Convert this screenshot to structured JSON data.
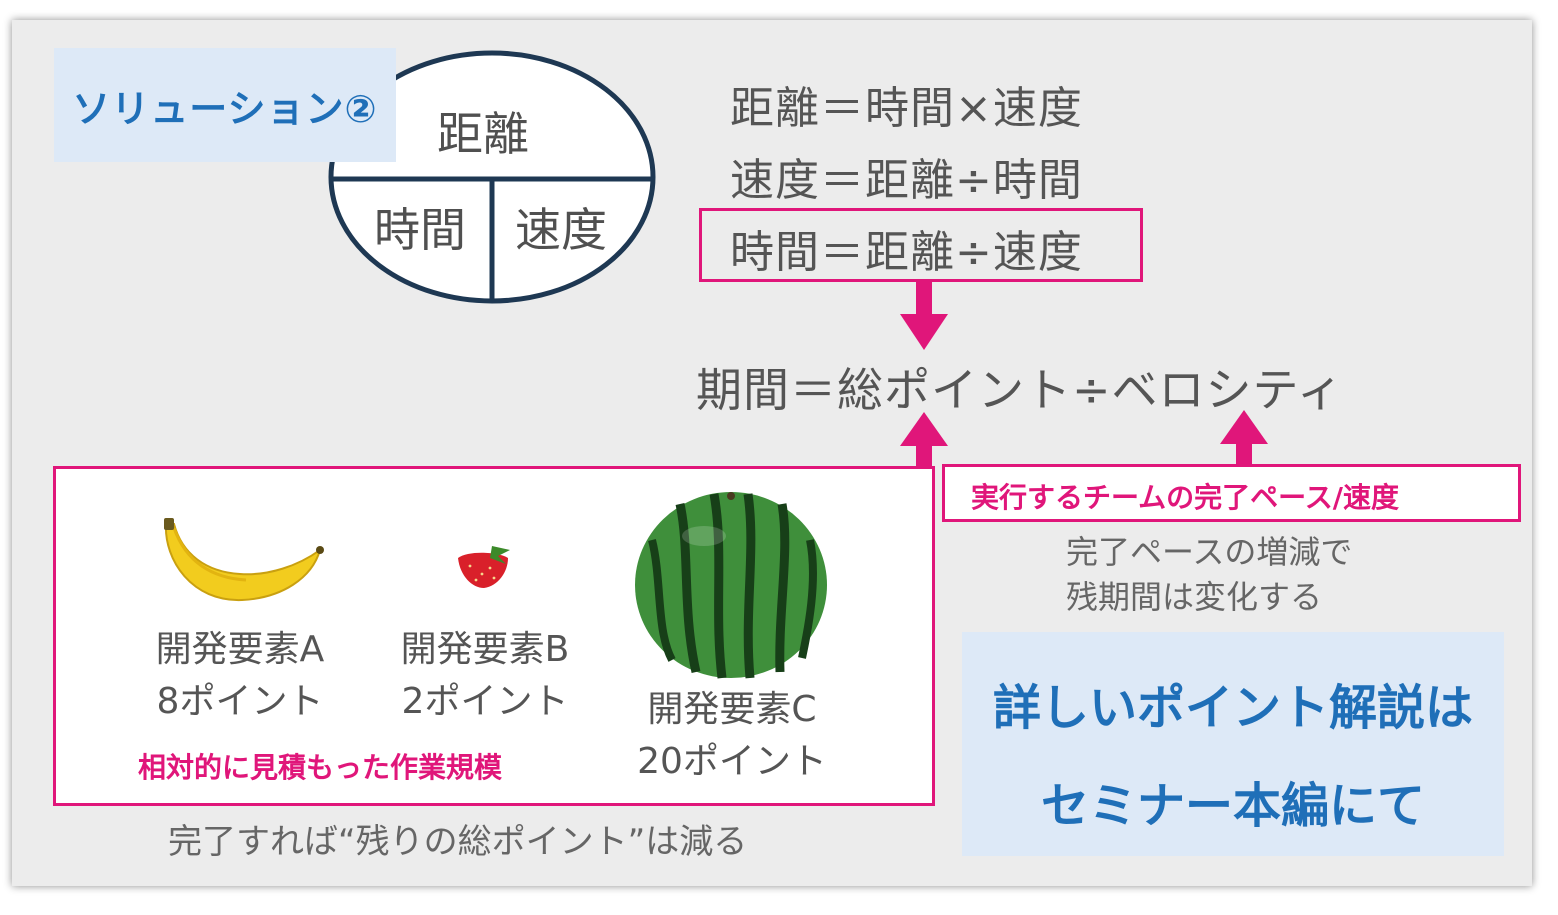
{
  "title": "ソリューション②",
  "oval": {
    "top": "距離",
    "bottom_left": "時間",
    "bottom_right": "速度"
  },
  "formulas": [
    "距離＝時間×速度",
    "速度＝距離÷時間",
    "時間＝距離÷速度"
  ],
  "period_formula": "期間＝総ポイント÷ベロシティ",
  "pace": {
    "label": "実行するチームの完了ペース/速度",
    "note_line1": "完了ペースの増減で",
    "note_line2": "残期間は変化する"
  },
  "elements": [
    {
      "name": "開発要素A",
      "points": "8ポイント",
      "icon": "banana-icon"
    },
    {
      "name": "開発要素B",
      "points": "2ポイント",
      "icon": "strawberry-icon"
    },
    {
      "name": "開発要素C",
      "points": "20ポイント",
      "icon": "watermelon-icon"
    }
  ],
  "relative_note": "相対的に見積もった作業規模",
  "completion_note": "完了すれば“残りの総ポイント”は減る",
  "detail": {
    "line1": "詳しいポイント解説は",
    "line2": "セミナー本編にて"
  },
  "colors": {
    "accent_pink": "#e0167a",
    "title_blue": "#1f6fb8",
    "panel_blue": "#dde9f7",
    "background": "#ececec"
  }
}
